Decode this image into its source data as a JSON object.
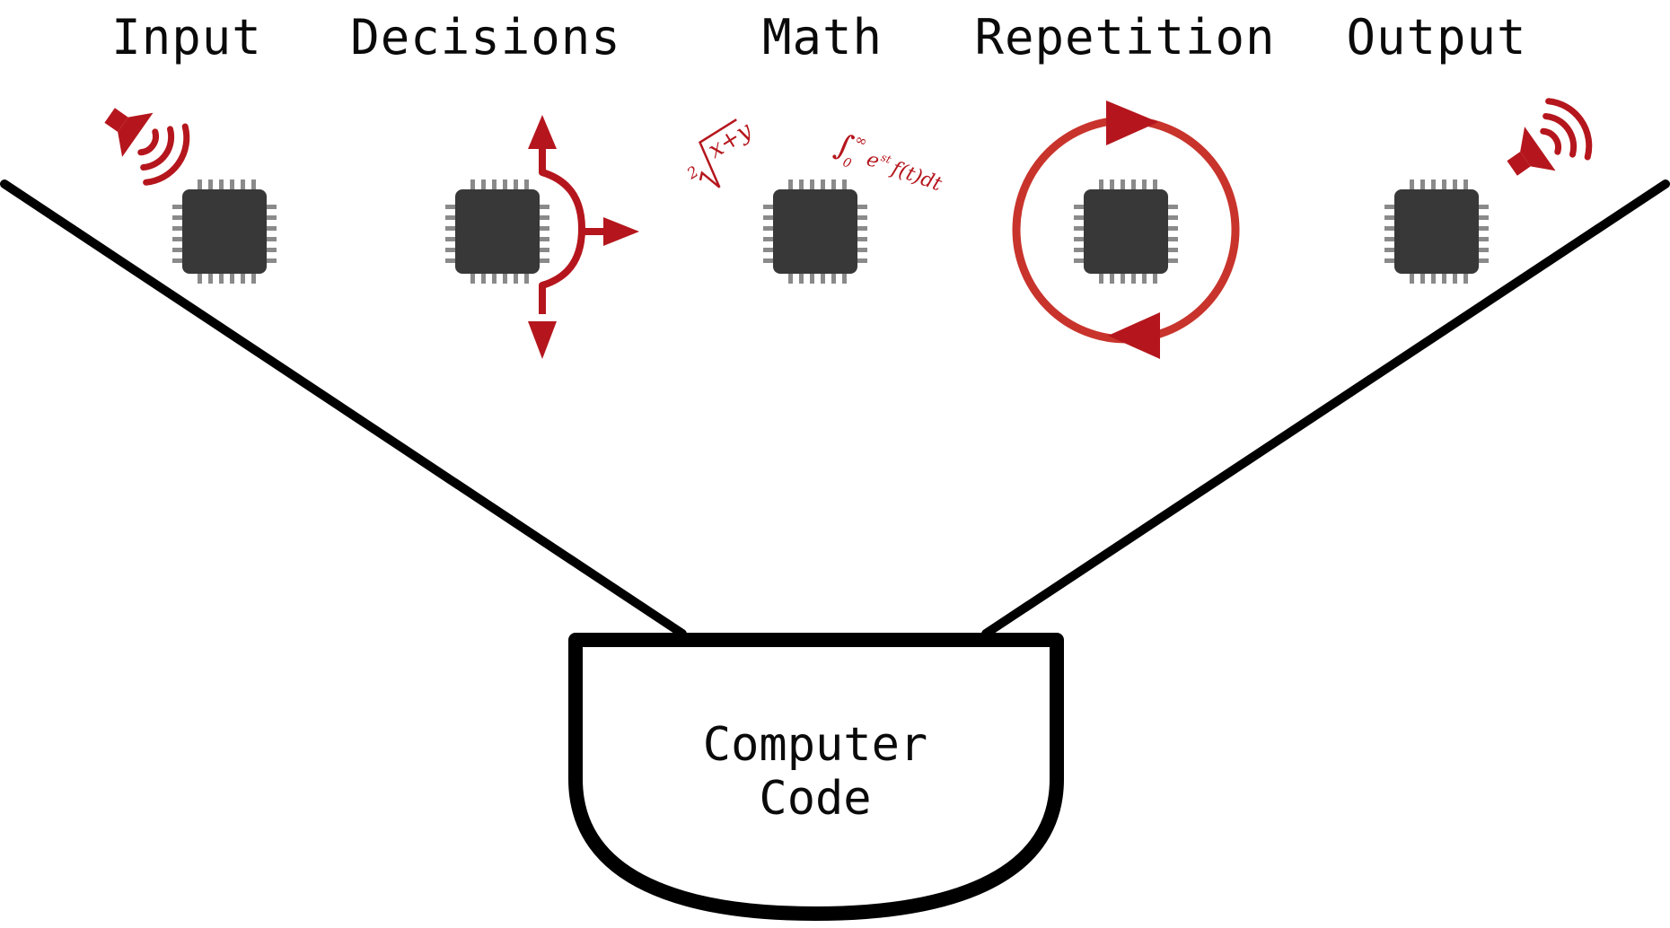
{
  "labels": {
    "input": "Input",
    "decisions": "Decisions",
    "math": "Math",
    "repetition": "Repetition",
    "output": "Output"
  },
  "code_box": {
    "line1": "Computer",
    "line2": "Code"
  },
  "math_formulas": {
    "root_index": "2",
    "root_expr": "x+y",
    "integral_lower": "0",
    "integral_upper": "∞",
    "integral_expr": "e",
    "integral_exp": "st",
    "integral_rest": "f(t)dt"
  },
  "colors": {
    "accent_red": "#b5161d",
    "loop_red": "#c8342c",
    "chip": "#383838",
    "chip_pin": "#8a8a8a",
    "line": "#000000"
  },
  "icons": [
    "speaker-input-icon",
    "branch-arrows-icon",
    "loop-arrows-icon",
    "speaker-output-icon",
    "chip-icon"
  ]
}
